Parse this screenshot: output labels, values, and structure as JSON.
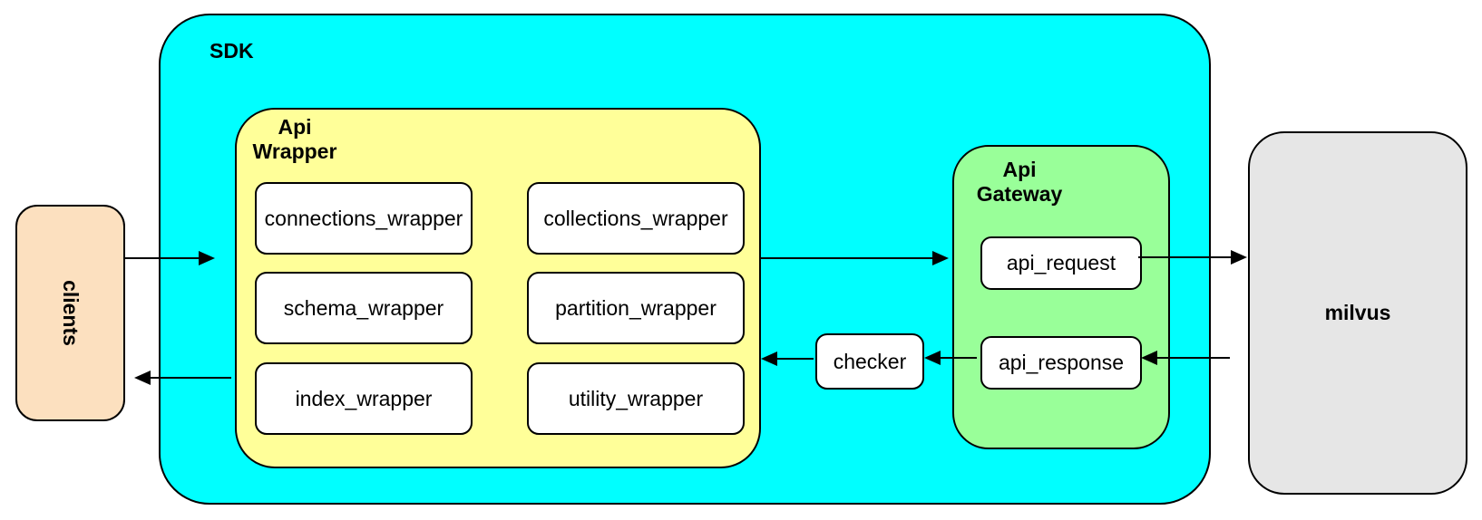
{
  "diagram": {
    "colors": {
      "sdk_fill": "#00FFFF",
      "api_wrapper_fill": "#FFFF99",
      "api_gateway_fill": "#99FF99",
      "clients_fill": "#FCE0BF",
      "milvus_fill": "#E6E6E6",
      "leaf_fill": "#FFFFFF",
      "border": "#000000"
    },
    "sdk": {
      "label": "SDK"
    },
    "clients": {
      "label": "clients"
    },
    "api_wrapper": {
      "label": "Api\nWrapper",
      "boxes": [
        "connections_wrapper",
        "collections_wrapper",
        "schema_wrapper",
        "partition_wrapper",
        "index_wrapper",
        "utility_wrapper"
      ]
    },
    "api_gateway": {
      "label": "Api\nGateway",
      "boxes": [
        "api_request",
        "api_response"
      ]
    },
    "checker": {
      "label": "checker"
    },
    "milvus": {
      "label": "milvus"
    },
    "edges": [
      {
        "from": "clients",
        "to": "sdk / api_wrapper",
        "direction": "right"
      },
      {
        "from": "api_wrapper",
        "to": "api_gateway",
        "direction": "right"
      },
      {
        "from": "api_request",
        "to": "milvus",
        "direction": "right"
      },
      {
        "from": "milvus",
        "to": "api_response",
        "direction": "left"
      },
      {
        "from": "api_response",
        "to": "checker",
        "direction": "left"
      },
      {
        "from": "checker",
        "to": "api_wrapper",
        "direction": "left"
      },
      {
        "from": "sdk",
        "to": "clients",
        "direction": "left"
      }
    ]
  }
}
